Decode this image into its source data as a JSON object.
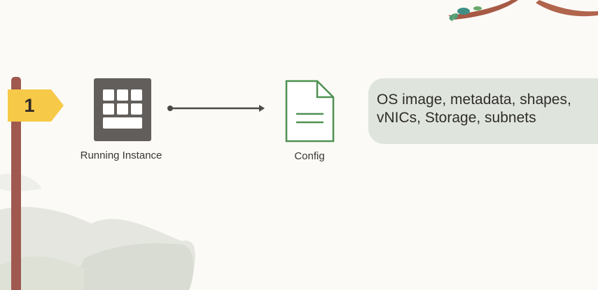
{
  "step": {
    "number": "1"
  },
  "instance": {
    "label": "Running Instance",
    "icon": "instance-grid-icon"
  },
  "config": {
    "label": "Config",
    "icon": "document-icon"
  },
  "callout": {
    "lines": [
      "OS image, metadata, shapes,",
      "vNICs, Storage, subnets"
    ]
  },
  "colors": {
    "background": "#fbfaf6",
    "post": "#a0594f",
    "sign": "#f7c948",
    "instance_icon": "#625e5b",
    "config_icon": "#4f9152",
    "callout_bg": "#dfe5dd",
    "connector": "#4d4945"
  }
}
